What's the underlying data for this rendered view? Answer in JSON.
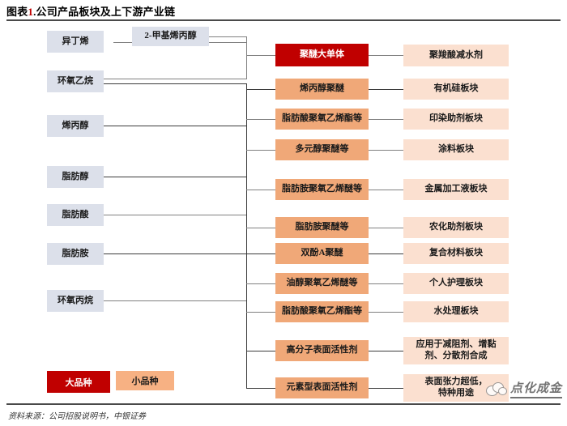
{
  "title": {
    "prefix": "图表",
    "number": "1",
    "text": ".公司产品板块及上下游产业链"
  },
  "footer": {
    "source": "资料来源：公司招股说明书，中银证券"
  },
  "watermark": {
    "text": "点化成金"
  },
  "colors": {
    "upstream": "#dce0ea",
    "midstream": "#f0a878",
    "midstream_major": "#c00000",
    "downstream": "#fbe0d0",
    "line": "#3b3b3b",
    "title_number": "#c00000"
  },
  "legend": {
    "items": [
      {
        "label": "大品种",
        "color": "#c00000"
      },
      {
        "label": "小品种",
        "color": "#f7b183"
      }
    ]
  },
  "upstream": {
    "items": [
      {
        "label": "异丁烯"
      },
      {
        "label": "2-甲基烯丙醇"
      },
      {
        "label": "环氧乙烷"
      },
      {
        "label": "烯丙醇"
      },
      {
        "label": "脂肪醇"
      },
      {
        "label": "脂肪酸"
      },
      {
        "label": "脂肪胺"
      },
      {
        "label": "环氧丙烷"
      }
    ]
  },
  "midstream": {
    "items": [
      {
        "label": "聚醚大单体",
        "type": "major"
      },
      {
        "label": "烯丙醇聚醚",
        "type": "minor"
      },
      {
        "label": "脂肪酸聚氧乙烯酯等",
        "type": "minor"
      },
      {
        "label": "多元醇聚醚等",
        "type": "minor"
      },
      {
        "label": "脂肪胺聚氧乙烯醚等",
        "type": "minor"
      },
      {
        "label": "脂肪胺聚醚等",
        "type": "minor"
      },
      {
        "label": "双酚A聚醚",
        "type": "minor"
      },
      {
        "label": "油醇聚氧乙烯醚等",
        "type": "minor"
      },
      {
        "label": "脂肪酸聚氧乙烯酯等",
        "type": "minor"
      },
      {
        "label": "高分子表面活性剂",
        "type": "minor"
      },
      {
        "label": "元素型表面活性剂",
        "type": "minor"
      }
    ]
  },
  "downstream": {
    "items": [
      {
        "label": "聚羧酸减水剂"
      },
      {
        "label": "有机硅板块"
      },
      {
        "label": "印染助剂板块"
      },
      {
        "label": "涂料板块"
      },
      {
        "label": "金属加工液板块"
      },
      {
        "label": "农化助剂板块"
      },
      {
        "label": "复合材料板块"
      },
      {
        "label": "个人护理板块"
      },
      {
        "label": "水处理板块"
      },
      {
        "label": "应用于减阻剂、增黏\n剂、分散剂合成"
      },
      {
        "label": "表面张力超低，\n特种用途"
      }
    ]
  }
}
